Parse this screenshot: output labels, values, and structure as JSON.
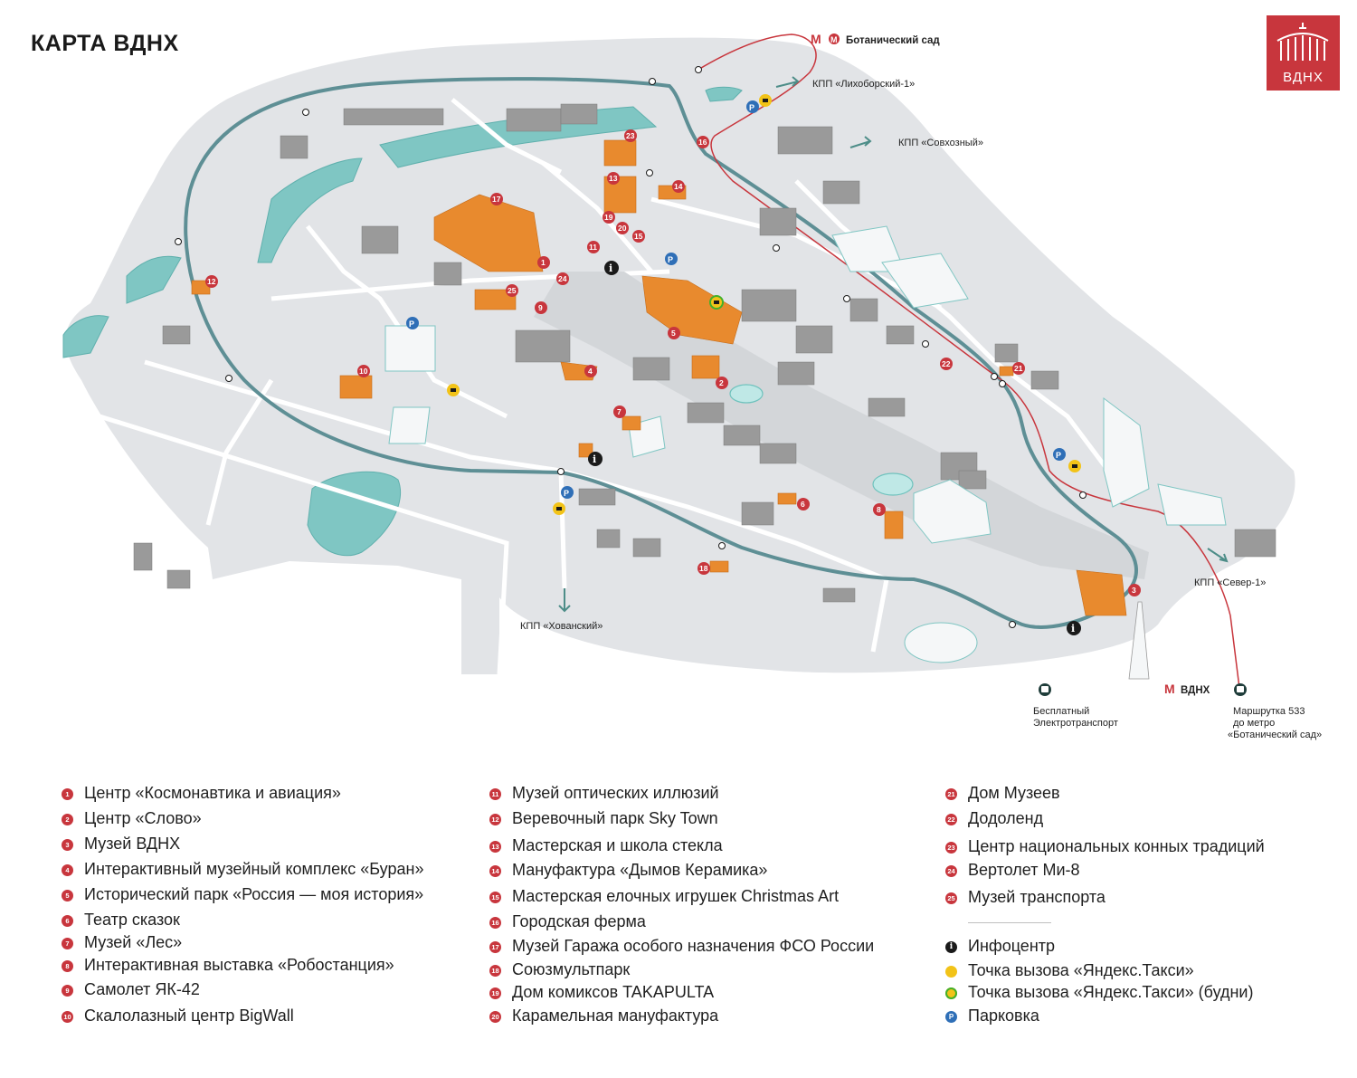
{
  "title": "КАРТА ВДНХ",
  "logo": {
    "text": "ВДНХ",
    "color": "#c8363d"
  },
  "colors": {
    "park_area": "#e2e4e7",
    "building": "#9a9a9a",
    "water": "#7fc6c3",
    "road": "#ffffff",
    "ring_route": "#5e8f95",
    "metro_line": "#c8363d",
    "highlight": "#e88a2e",
    "marker": "#c8363d"
  },
  "map_labels": {
    "metro_botanical": "Ботанический сад",
    "kpp_likhoborsky": "КПП «Лихоборский-1»",
    "kpp_sovkhozny": "КПП «Совхозный»",
    "kpp_khovansky": "КПП «Хованский»",
    "kpp_sever": "КПП «Север-1»",
    "metro_vdnh": "ВДНХ",
    "free_transport_1": "Бесплатный",
    "free_transport_2": "Электротранспорт",
    "minibus_1": "Маршрутка 533",
    "minibus_2": "до метро",
    "minibus_3": "«Ботанический сад»"
  },
  "legend": {
    "col1": [
      {
        "num": "1",
        "label": "Центр «Космонавтика и авиация»"
      },
      {
        "num": "2",
        "label": "Центр «Слово»"
      },
      {
        "num": "3",
        "label": "Музей ВДНХ"
      },
      {
        "num": "4",
        "label": "Интерактивный музейный комплекс «Буран»"
      },
      {
        "num": "5",
        "label": "Исторический парк «Россия — моя история»"
      },
      {
        "num": "6",
        "label": "Театр сказок"
      },
      {
        "num": "7",
        "label": "Музей «Лес»"
      },
      {
        "num": "8",
        "label": "Интерактивная выставка «Робостанция»"
      },
      {
        "num": "9",
        "label": "Самолет ЯК-42"
      },
      {
        "num": "10",
        "label": "Скалолазный центр BigWall"
      }
    ],
    "col2": [
      {
        "num": "11",
        "label": "Музей оптических иллюзий"
      },
      {
        "num": "12",
        "label": "Веревочный парк Sky Town"
      },
      {
        "num": "13",
        "label": "Мастерская и школа стекла"
      },
      {
        "num": "14",
        "label": "Мануфактура «Дымов Керамика»"
      },
      {
        "num": "15",
        "label": "Мастерская елочных игрушек Christmas Art"
      },
      {
        "num": "16",
        "label": "Городская ферма"
      },
      {
        "num": "17",
        "label": "Музей Гаража особого назначения ФСО России"
      },
      {
        "num": "18",
        "label": "Союзмультпарк"
      },
      {
        "num": "19",
        "label": "Дом комиксов TAKAPULTA"
      },
      {
        "num": "20",
        "label": "Карамельная мануфактура"
      }
    ],
    "col3": [
      {
        "num": "21",
        "label": "Дом Музеев"
      },
      {
        "num": "22",
        "label": "Додоленд"
      },
      {
        "num": "23",
        "label": "Центр национальных конных традиций"
      },
      {
        "num": "24",
        "label": "Вертолет Ми-8"
      },
      {
        "num": "25",
        "label": "Музей транспорта"
      }
    ],
    "services": [
      {
        "icon": "i",
        "type": "info",
        "label": "Инфоцентр"
      },
      {
        "icon": "",
        "type": "taxi",
        "label": "Точка вызова «Яндекс.Такси»"
      },
      {
        "icon": "",
        "type": "taxi2",
        "label": "Точка вызова «Яндекс.Такси» (будни)"
      },
      {
        "icon": "P",
        "type": "park",
        "label": "Парковка"
      }
    ]
  }
}
